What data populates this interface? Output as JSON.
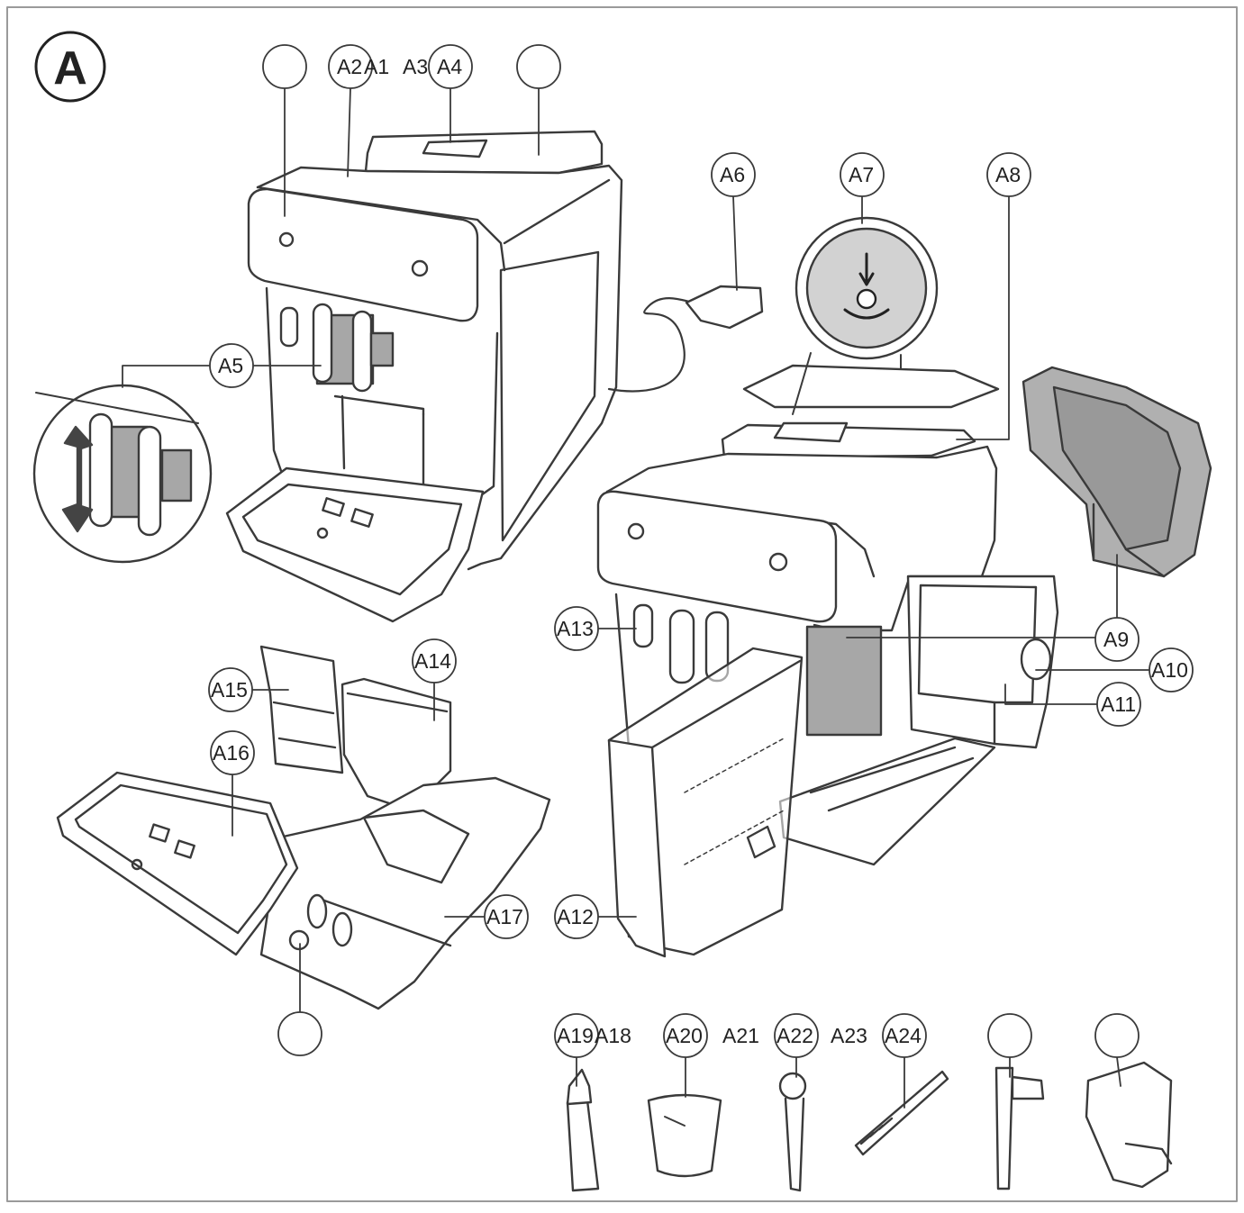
{
  "figure": {
    "section_letter": "A",
    "callouts": [
      {
        "id": "a1",
        "text": "A1"
      },
      {
        "id": "a2",
        "text": "A2"
      },
      {
        "id": "a3",
        "text": "A3"
      },
      {
        "id": "a4",
        "text": "A4"
      },
      {
        "id": "a5",
        "text": "A5"
      },
      {
        "id": "a6",
        "text": "A6"
      },
      {
        "id": "a7",
        "text": "A7"
      },
      {
        "id": "a8",
        "text": "A8"
      },
      {
        "id": "a9",
        "text": "A9"
      },
      {
        "id": "a10",
        "text": "A10"
      },
      {
        "id": "a11",
        "text": "A11"
      },
      {
        "id": "a12",
        "text": "A12"
      },
      {
        "id": "a13",
        "text": "A13"
      },
      {
        "id": "a14",
        "text": "A14"
      },
      {
        "id": "a15",
        "text": "A15"
      },
      {
        "id": "a16",
        "text": "A16"
      },
      {
        "id": "a17",
        "text": "A17"
      },
      {
        "id": "a18",
        "text": "A18"
      },
      {
        "id": "a19",
        "text": "A19"
      },
      {
        "id": "a20",
        "text": "A20"
      },
      {
        "id": "a21",
        "text": "A21"
      },
      {
        "id": "a22",
        "text": "A22"
      },
      {
        "id": "a23",
        "text": "A23"
      },
      {
        "id": "a24",
        "text": "A24"
      }
    ]
  }
}
